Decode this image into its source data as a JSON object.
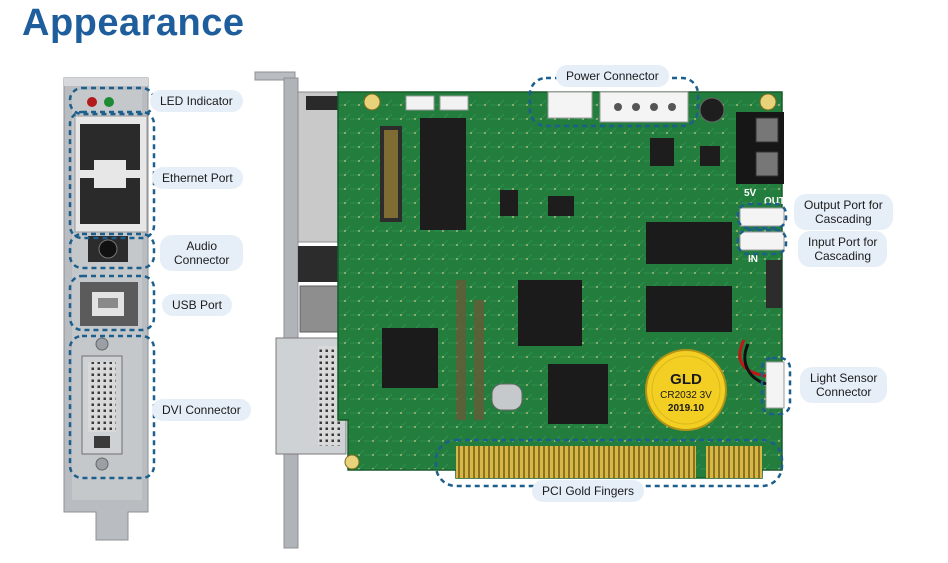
{
  "title": "Appearance",
  "labels": {
    "led_indicator": "LED Indicator",
    "ethernet_port": "Ethernet Port",
    "audio_connector_l1": "Audio",
    "audio_connector_l2": "Connector",
    "usb_port": "USB Port",
    "dvi_connector": "DVI Connector",
    "power_connector": "Power Connector",
    "output_port_l1": "Output Port for",
    "output_port_l2": "Cascading",
    "input_port_l1": "Input Port for",
    "input_port_l2": "Cascading",
    "light_sensor_l1": "Light Sensor",
    "light_sensor_l2": "Connector",
    "pci_gold_fingers": "PCI Gold Fingers"
  },
  "board_text": {
    "battery_brand": "GLD",
    "battery_model": "CR2032 3V",
    "battery_date": "2019.10",
    "out_mark": "OUT",
    "in_mark": "IN",
    "power_mark": "5V"
  },
  "colors": {
    "title": "#1f5e9c",
    "callout_outline": "#1c5e8c",
    "label_bg": "#e6eef8",
    "pcb": "#1f7a3a",
    "gold": "#c9a93a",
    "battery": "#f2cf22"
  }
}
